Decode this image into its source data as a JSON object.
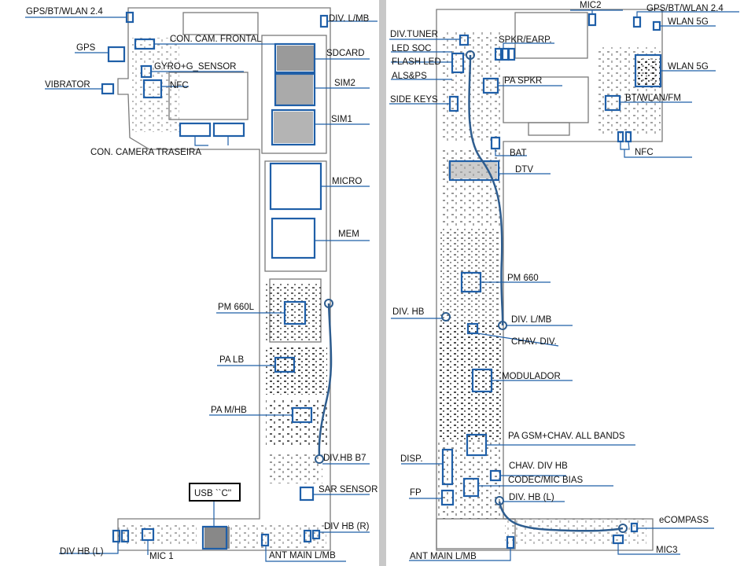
{
  "colors": {
    "board_outline": "#7a7a7a",
    "component_box": "#1f5fa8",
    "trace": "#2e5d8f",
    "label_line": "#1f5fa8",
    "text": "#111111",
    "divider": "#b8b8b8",
    "usb_box": "#000000"
  },
  "left_board": {
    "labels": {
      "gps_bt_wlan": "GPS/BT/WLAN 2.4",
      "gps": "GPS",
      "con_cam_frontal": "CON. CAM. FRONTAL",
      "gyro": "GYRO+G_SENSOR",
      "nfc": "NFC",
      "vibrator": "VIBRATOR",
      "con_camera_traseira": "CON. CAMERA TRASEIRA",
      "div_lmb": "DIV. L/MB",
      "sdcard": "SDCARD",
      "sim2": "SIM2",
      "sim1": "SIM1",
      "micro": "MICRO",
      "mem": "MEM",
      "pm660l": "PM 660L",
      "pa_lb": "PA LB",
      "pa_mhb": "PA M/HB",
      "div_hb_b7": "DIV.HB B7",
      "usb_c": "USB ``C''",
      "sar_sensor": "SAR SENSOR",
      "div_hb_r": "DIV HB (R)",
      "div_hb_l": "DIV HB (L)",
      "mic1": "MIC 1",
      "ant_main": "ANT MAIN L/MB"
    }
  },
  "right_board": {
    "labels": {
      "mic2": "MIC2",
      "gps_bt_wlan": "GPS/BT/WLAN 2.4",
      "wlan5g_a": "WLAN 5G",
      "wlan5g_b": "WLAN 5G",
      "div_tuner": "DIV.TUNER",
      "spkr_earp": "SPKR/EARP.",
      "led_soc": "LED SOC",
      "flash_led": "FLASH LED",
      "als_ps": "ALS&PS",
      "pa_spkr": "PA SPKR",
      "bt_wlan_fm": "BT/WLAN/FM",
      "side_keys": "SIDE KEYS",
      "bat": "BAT",
      "nfc": "NFC",
      "dtv": "DTV",
      "pm660": "PM 660",
      "div_hb": "DIV. HB",
      "div_lmb": "DIV. L/MB",
      "chav_div": "CHAV. DIV.",
      "modulador": "MODULADOR",
      "pa_gsm": "PA GSM+CHAV. ALL BANDS",
      "disp": "DISP.",
      "chav_div_hb": "CHAV. DIV HB",
      "codec": "CODEC/MIC BIAS",
      "fp": "FP",
      "div_hb_l": "DIV. HB (L)",
      "ecompass": "eCOMPASS",
      "mic3": "MIC3",
      "ant_main": "ANT MAIN L/MB"
    }
  }
}
